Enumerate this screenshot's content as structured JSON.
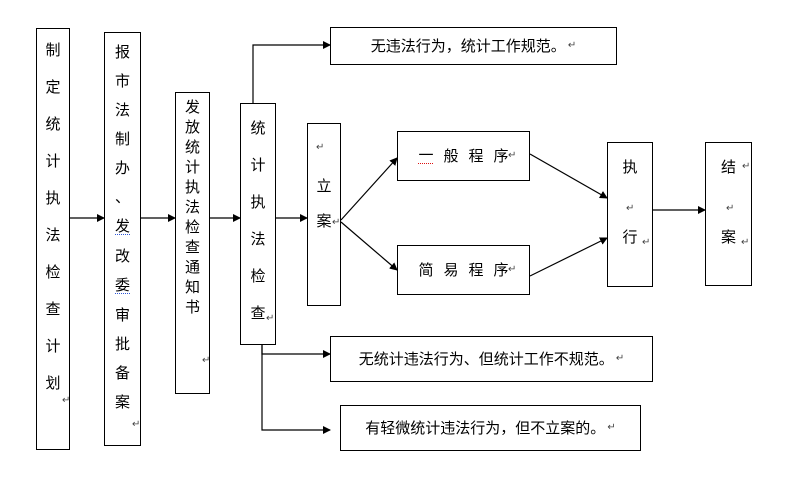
{
  "nodes": {
    "plan": [
      "制",
      "定",
      "统",
      "计",
      "执",
      "法",
      "检",
      "查",
      "计",
      "划"
    ],
    "report": [
      "报",
      "市",
      "法",
      "制",
      "办",
      "、",
      "发",
      "改",
      "委",
      "审",
      "批",
      "备",
      "案"
    ],
    "notice": [
      "发",
      "放",
      "统",
      "计",
      "执",
      "法",
      "检",
      "查",
      "通",
      "知",
      "书"
    ],
    "inspect": [
      "统",
      "计",
      "执",
      "法",
      "检",
      "查"
    ],
    "file_case": [
      "立",
      "案"
    ],
    "general": [
      "一",
      "般",
      "程",
      "序"
    ],
    "simple": [
      "简",
      "易",
      "程",
      "序"
    ],
    "execute": [
      "执",
      "行"
    ],
    "close_case": [
      "结",
      "案"
    ]
  },
  "outcomes": {
    "no_violation": "无违法行为，统计工作规范。",
    "irregular": "无统计违法行为、但统计工作不规范。",
    "minor": "有轻微统计违法行为，但不立案的。"
  },
  "marks": {
    "return": "↵"
  },
  "colors": {
    "line": "#000000",
    "background": "#ffffff",
    "spell_red": "#dd1111",
    "spell_blue": "#2d55d6"
  }
}
